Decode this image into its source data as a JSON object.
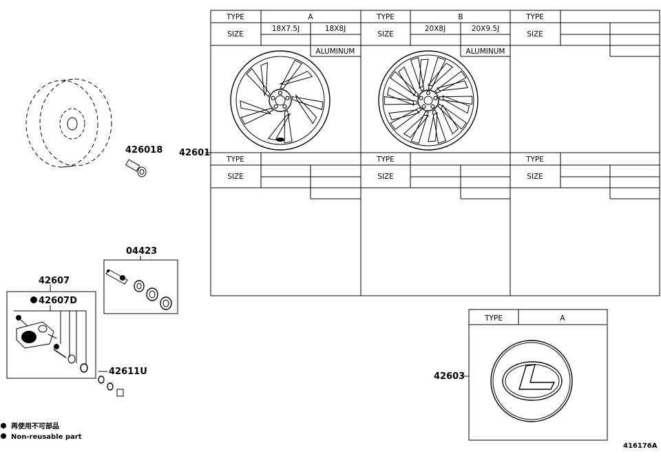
{
  "table": {
    "type_label": "TYPE",
    "size_label": "SIZE",
    "col_a": {
      "type": "A",
      "size1": "18X7.5J",
      "size2": "18X8J",
      "material": "ALUMINUM"
    },
    "col_b": {
      "type": "B",
      "size1": "20X8J",
      "size2": "20X9.5J",
      "material": "ALUMINUM"
    }
  },
  "cap_table": {
    "type_label": "TYPE",
    "type_value": "A"
  },
  "parts": {
    "wheel": "42601",
    "bolt": "426018",
    "valve_kit": "04423",
    "sensor": "42607",
    "sensor_sub": "42607D",
    "nut": "42611U",
    "ornament": "42603"
  },
  "legend": {
    "line1": "再使用不可部品",
    "line2": "Non-reusable part"
  },
  "figure_id": "416176A"
}
